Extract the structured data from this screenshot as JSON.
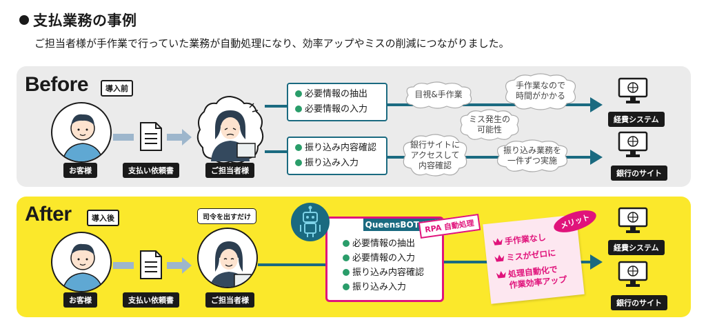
{
  "header": {
    "title": "支払業務の事例",
    "subtitle": "ご担当者様が手作業で行っていた業務が自動処理になり、効率アップやミスの削減につながりました。"
  },
  "before": {
    "title": "Before",
    "badge": "導入前",
    "customer_label": "お客様",
    "doc_label": "支払い依頼書",
    "staff_label": "ご担当者様",
    "task_top": [
      "必要情報の抽出",
      "必要情報の入力"
    ],
    "task_bottom": [
      "振り込み内容確認",
      "振り込み入力"
    ],
    "clouds": {
      "visual": "目視&手作業",
      "time": [
        "手作業なので",
        "時間がかかる"
      ],
      "mistake": [
        "ミス発生の",
        "可能性"
      ],
      "bank_access": [
        "銀行サイトに",
        "アクセスして",
        "内容確認"
      ],
      "one_by_one": [
        "振り込み業務を",
        "一件ずつ実施"
      ]
    },
    "system_label": "経費システム",
    "bank_label": "銀行のサイト"
  },
  "after": {
    "title": "After",
    "badge": "導入後",
    "customer_label": "お客様",
    "doc_label": "支払い依頼書",
    "staff_label": "ご担当者様",
    "speech": "司令を出すだけ",
    "rpa_name": "QueensBOT RPA",
    "rpa_tag": "RPA 自動処理",
    "rpa_tasks": [
      "必要情報の抽出",
      "必要情報の入力",
      "振り込み内容確認",
      "振り込み入力"
    ],
    "merit_tag": "メリット",
    "merits": [
      [
        "手作業なし"
      ],
      [
        "ミスがゼロに"
      ],
      [
        "処理自動化で",
        "作業効率アップ"
      ]
    ],
    "system_label": "経費システム",
    "bank_label": "銀行のサイト"
  },
  "colors": {
    "teal": "#1a6a80",
    "pink": "#e0137b",
    "yellow": "#fbe82b",
    "gray_panel": "#ebebeb",
    "bullet_green": "#2a9d6a"
  }
}
